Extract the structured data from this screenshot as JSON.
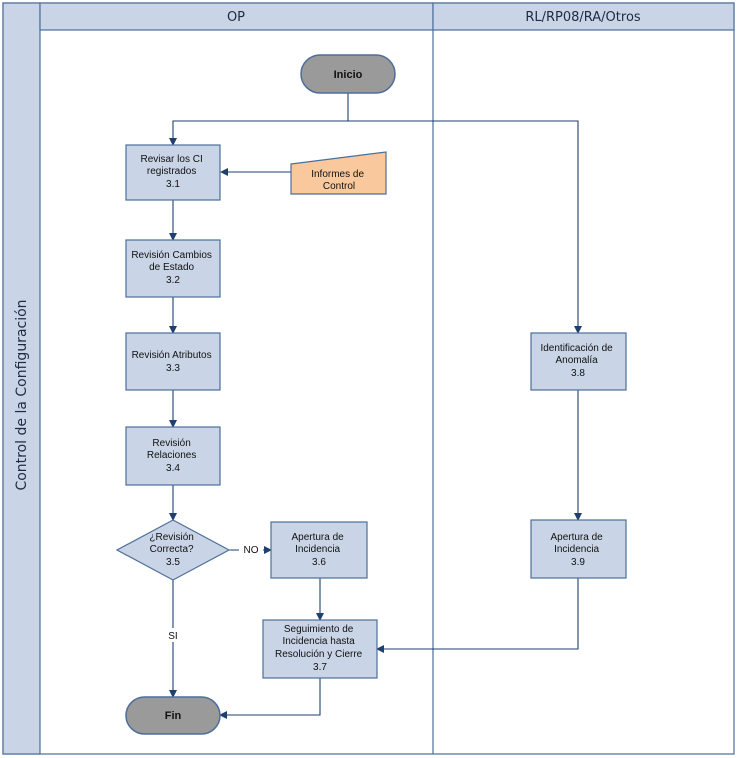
{
  "pool": {
    "title": "Control de la Configuración"
  },
  "lanes": [
    {
      "id": "op",
      "title": "OP"
    },
    {
      "id": "rl",
      "title": "RL/RP08/RA/Otros"
    }
  ],
  "nodes": {
    "inicio": {
      "lines": [
        "Inicio"
      ]
    },
    "n31": {
      "lines": [
        "Revisar los CI",
        "registrados",
        "3.1"
      ]
    },
    "informes": {
      "lines": [
        "Informes de",
        "Control"
      ]
    },
    "n32": {
      "lines": [
        "Revisión Cambios",
        "de Estado",
        "3.2"
      ]
    },
    "n33": {
      "lines": [
        "Revisión Atributos",
        "3.3"
      ]
    },
    "n34": {
      "lines": [
        "Revisión",
        "Relaciones",
        "3.4"
      ]
    },
    "n35": {
      "lines": [
        "¿Revisión",
        "Correcta?",
        "3.5"
      ]
    },
    "n36": {
      "lines": [
        "Apertura de",
        "Incidencia",
        "3.6"
      ]
    },
    "n37": {
      "lines": [
        "Seguimiento de",
        "Incidencia hasta",
        "Resolución y Cierre",
        "3.7"
      ]
    },
    "fin": {
      "lines": [
        "Fin"
      ]
    },
    "n38": {
      "lines": [
        "Identificación de",
        "Anomalía",
        "3.8"
      ]
    },
    "n39": {
      "lines": [
        "Apertura de",
        "Incidencia",
        "3.9"
      ]
    }
  },
  "edge_labels": {
    "no": "NO",
    "si": "SI"
  },
  "colors": {
    "header_fill": "#c9d5e6",
    "lane_stroke": "#4d6e9a",
    "box_fill": "#c9d5e6",
    "doc_fill": "#f9c89d",
    "terminal_fill": "#9a9a9a",
    "edge": "#1f3f6e"
  }
}
